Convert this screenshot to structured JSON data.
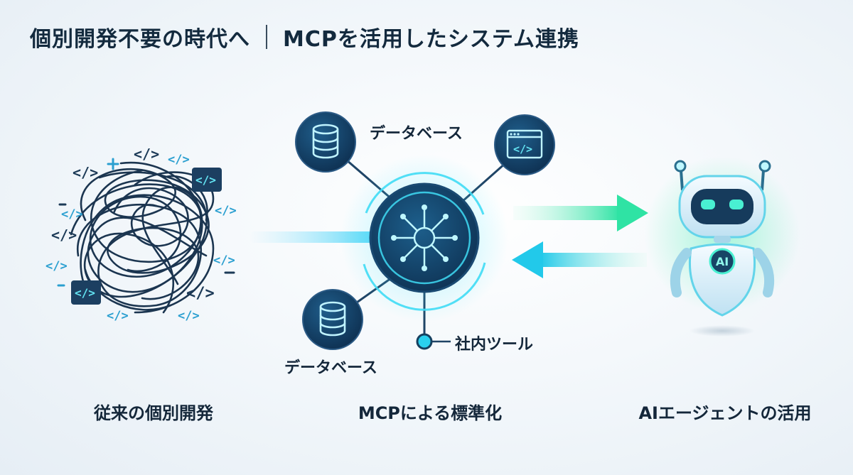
{
  "title": {
    "left": "個別開発不要の時代へ",
    "right": "MCPを活用したシステム連携"
  },
  "nodes": {
    "database_top": "データベース",
    "database_bottom": "データベース",
    "internal_tool": "社内ツール",
    "robot_badge": "AI"
  },
  "captions": {
    "left": "従来の個別開発",
    "center": "MCPによる標準化",
    "right": "AIエージェントの活用"
  },
  "code_tag": "</>",
  "colors": {
    "navy": "#173f66",
    "teal": "#27c6e6",
    "green": "#2fe39b",
    "text": "#132a3e"
  },
  "icons": [
    "database-icon",
    "code-window-icon",
    "hub-icon",
    "robot-icon",
    "tangle-icon"
  ]
}
